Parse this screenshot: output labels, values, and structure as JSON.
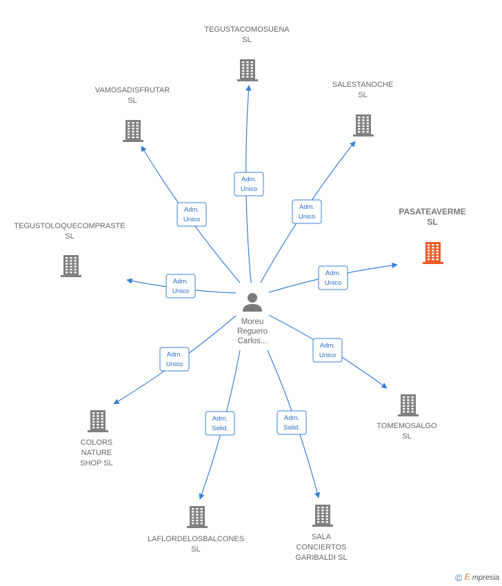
{
  "center": {
    "lines": [
      "Moreu",
      "Reguero",
      "Carlos..."
    ]
  },
  "colors": {
    "edge": "#3a7fd5",
    "building": "#808080",
    "highlight": "#f05a28",
    "label": "#666666"
  },
  "companies": [
    {
      "id": "tegustacomosuena",
      "lines": [
        "TEGUSTACOMOSUENA",
        "SL"
      ],
      "role": [
        "Adm.",
        "Unico"
      ],
      "highlight": false
    },
    {
      "id": "vamosadisfrutar",
      "lines": [
        "VAMOSADISFRUTAR",
        "SL"
      ],
      "role": [
        "Adm.",
        "Unico"
      ],
      "highlight": false
    },
    {
      "id": "salestanoche",
      "lines": [
        "SALESTANOCHE",
        "SL"
      ],
      "role": [
        "Adm.",
        "Unico"
      ],
      "highlight": false
    },
    {
      "id": "pasateaverme",
      "lines": [
        "PASATEAVERME",
        "SL"
      ],
      "role": [
        "Adm.",
        "Unico"
      ],
      "highlight": true
    },
    {
      "id": "tegustoloquecompraste",
      "lines": [
        "TEGUSTOLOQUECOMPRASTE",
        "SL"
      ],
      "role": [
        "Adm.",
        "Unico"
      ],
      "highlight": false
    },
    {
      "id": "colors-nature-shop",
      "lines": [
        "COLORS",
        "NATURE",
        "SHOP SL"
      ],
      "role": [
        "Adm.",
        "Unico"
      ],
      "highlight": false
    },
    {
      "id": "tomemosalgo",
      "lines": [
        "TOMEMOSALGO",
        "SL"
      ],
      "role": [
        "Adm.",
        "Unico"
      ],
      "highlight": false
    },
    {
      "id": "laflordelosbalcones",
      "lines": [
        "LAFLORDELOSBALCONES",
        "SL"
      ],
      "role": [
        "Adm.",
        "Solid."
      ],
      "highlight": false
    },
    {
      "id": "sala-conciertos-garibaldi",
      "lines": [
        "SALA",
        "CONCIERTOS",
        "GARIBALDI SL"
      ],
      "role": [
        "Adm.",
        "Solid."
      ],
      "highlight": false
    }
  ],
  "footer": {
    "copyright_symbol": "©",
    "brand_initial": "E",
    "brand_rest": "mpresia"
  }
}
